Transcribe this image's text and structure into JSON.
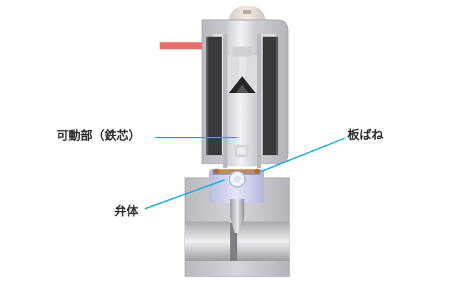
{
  "labels": {
    "movable_core": "可動部（鉄芯）",
    "leaf_spring": "板ばね",
    "valve_body": "弁体"
  },
  "colors": {
    "leader_line": "#1eaed6",
    "housing": "#c9c9cf",
    "coil": "#3a3a3e",
    "plunger": "#e4e4ea",
    "valve_seat": "#d2d6ee",
    "terminal_wire": "#e8706a",
    "spring_copper": "#c08a55"
  }
}
